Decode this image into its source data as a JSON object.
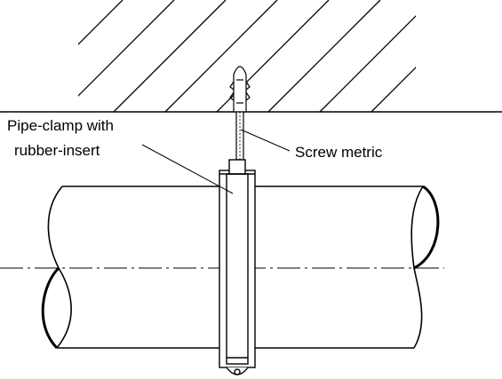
{
  "labels": {
    "pipe_clamp_line1": "Pipe-clamp with",
    "pipe_clamp_line2": "rubber-insert",
    "screw": "Screw metric"
  },
  "colors": {
    "line": "#000000",
    "background": "#ffffff"
  }
}
